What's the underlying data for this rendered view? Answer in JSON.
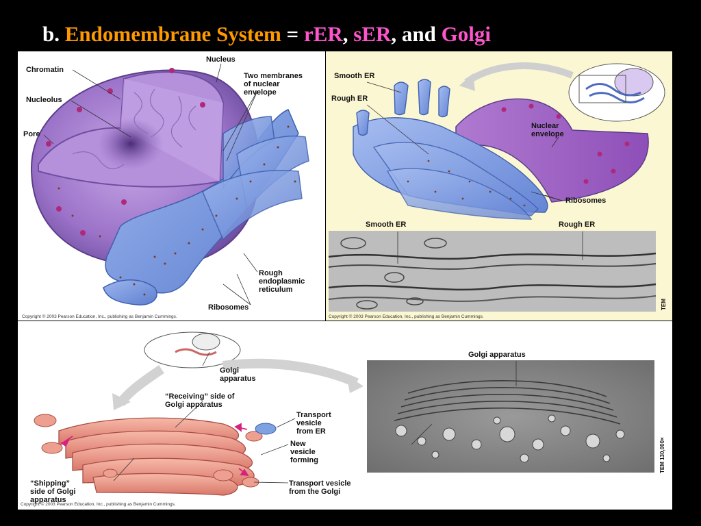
{
  "title": {
    "prefix": "b.",
    "part1": "Endomembrane System",
    "equals": "=",
    "part2": "rER",
    "comma1": ",",
    "part3": "sER",
    "comma2": ",",
    "and_text": "and",
    "part4": "Golgi"
  },
  "colors": {
    "background": "#000000",
    "title_white": "#ffffff",
    "title_orange": "#ff9900",
    "title_pink": "#ff55cc",
    "membrane_purple": "#8a62b8",
    "er_blue": "#7f9fe0",
    "golgi_pink": "#f0a090"
  },
  "nucleus_panel": {
    "labels": {
      "chromatin": "Chromatin",
      "nucleolus": "Nucleolus",
      "pore": "Pore",
      "nucleus": "Nucleus",
      "two_membranes": "Two membranes\nof nuclear\nenvelope",
      "rough_er": "Rough\nendoplasmic\nreticulum",
      "ribosomes": "Ribosomes"
    },
    "copyright": "Copyright © 2003 Pearson Education, Inc., publishing as Benjamin Cummings."
  },
  "er_panel": {
    "labels": {
      "smooth_er": "Smooth ER",
      "rough_er": "Rough ER",
      "nuclear_envelope": "Nuclear\nenvelope",
      "ribosomes": "Ribosomes",
      "smooth_er_tem": "Smooth ER",
      "rough_er_tem": "Rough ER",
      "tem": "TEM"
    },
    "copyright": "Copyright © 2003 Pearson Education, Inc., publishing as Benjamin Cummings."
  },
  "golgi_panel": {
    "labels": {
      "golgi_apparatus": "Golgi\napparatus",
      "receiving_side": "“Receiving” side of\nGolgi apparatus",
      "transport_vesicle_er": "Transport\nvesicle\nfrom ER",
      "new_vesicle": "New\nvesicle\nforming",
      "shipping_side": "“Shipping”\nside of Golgi\napparatus",
      "transport_vesicle_golgi": "Transport vesicle\nfrom the Golgi",
      "golgi_apparatus_tem": "Golgi apparatus",
      "tem": "TEM 130,000×"
    },
    "copyright": "Copyright © 2003 Pearson Education, Inc., publishing as Benjamin Cummings."
  }
}
